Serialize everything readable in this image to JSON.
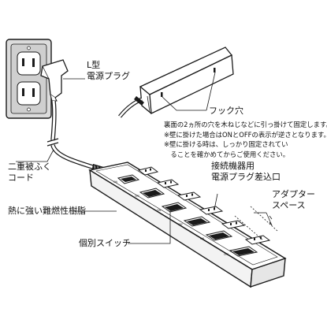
{
  "labels": {
    "plug_line1": "L型",
    "plug_line2": "電源プラグ",
    "hook": "フック穴",
    "cord_line1": "二重被ふく",
    "cord_line2": "コード",
    "connector_line1": "接続機器用",
    "connector_line2": "電源プラグ差込口",
    "adapter_line1": "アダプター",
    "adapter_line2": "スペース",
    "resin": "熱に強い難燃性樹脂",
    "switch": "個別スイッチ"
  },
  "notes": [
    "裏面の2ヵ所の穴を木ねじなどに引っ掛けて固定します。",
    "※壁に掛けた場合はONとOFFの表示が逆さとなります。",
    "※壁に掛ける時は、しっかり固定されてい",
    "　ることを確かめてからご使用ください。"
  ],
  "switch_marks": [
    "ON",
    "OFF",
    "ON",
    "OFF",
    "ON",
    "OFF"
  ],
  "colors": {
    "ink": "#1a1a1a",
    "wall": "#d9d9d9",
    "wall_dark": "#bdbdbd",
    "strip": "#ffffff",
    "shade": "#e8e8e8"
  }
}
